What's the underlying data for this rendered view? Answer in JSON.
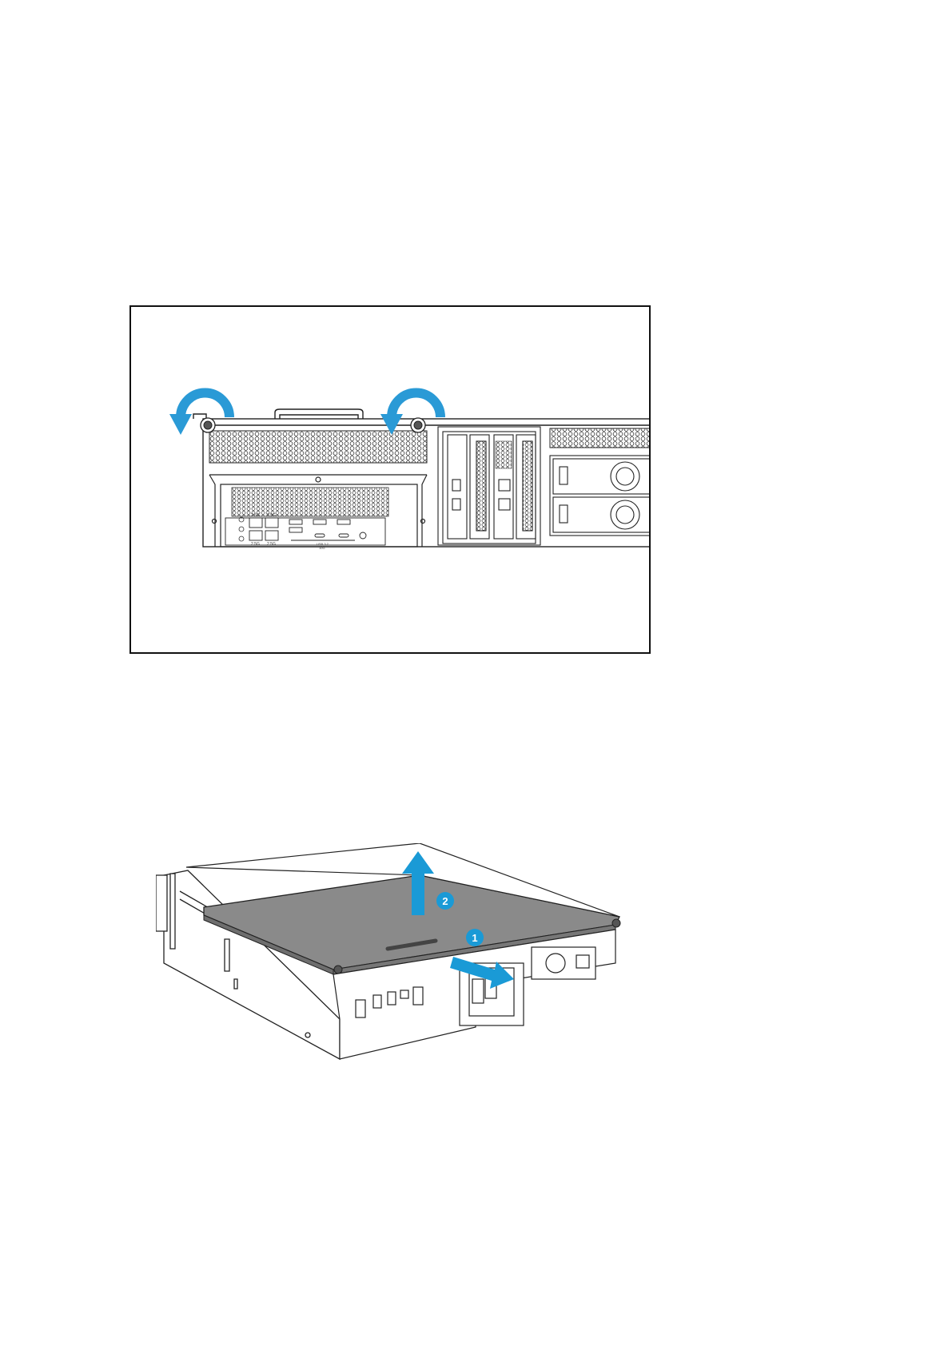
{
  "figure1": {
    "panel_labels": {
      "usb_label": "USB 3.2",
      "usb_sub": "10G",
      "lan_left": "2.5G",
      "lan_right": "2.5G",
      "lan_left2": "2.5G",
      "lan_right2": "2.5G"
    },
    "arrow_color": "#2a9ad6",
    "action": "rotate-counterclockwise"
  },
  "figure2": {
    "steps": [
      {
        "number": "1",
        "action": "slide-backward"
      },
      {
        "number": "2",
        "action": "lift-up"
      }
    ],
    "accent_color": "#1a9ad6",
    "cover_color": "#8a8a8a"
  }
}
